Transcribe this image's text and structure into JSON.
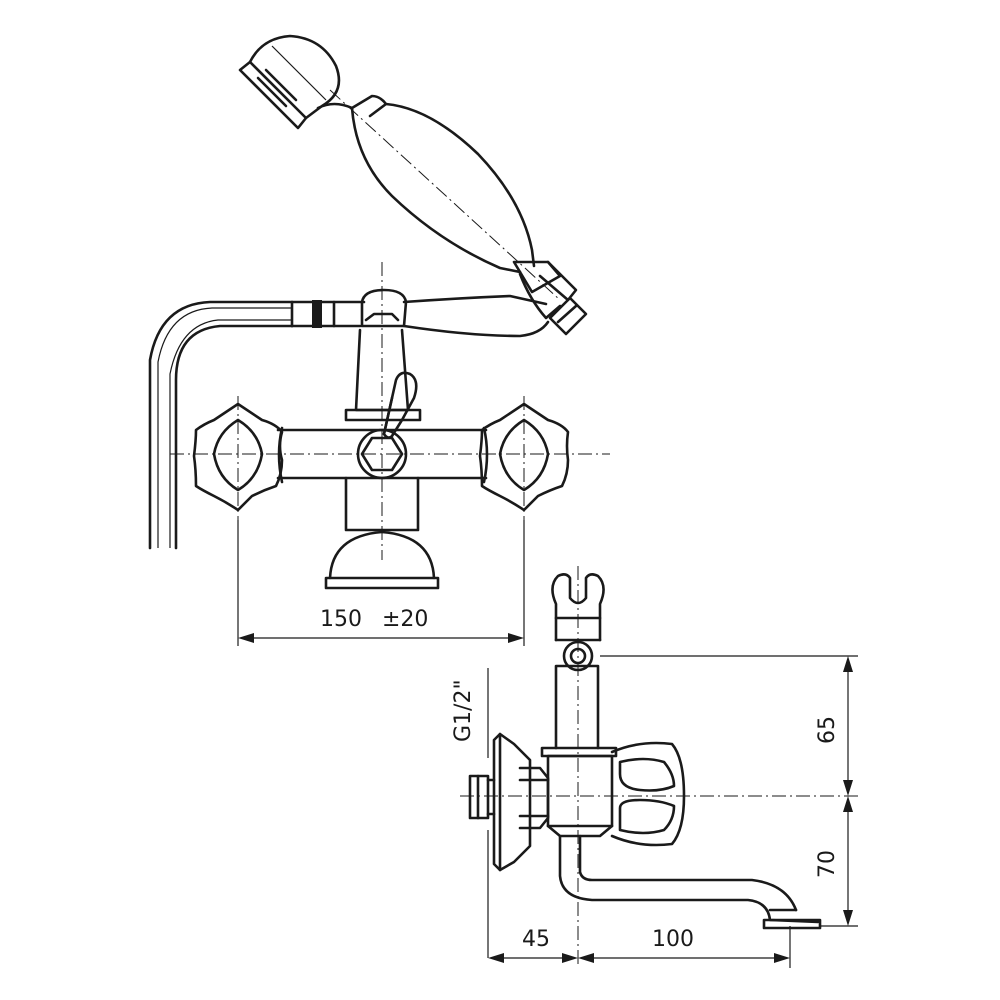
{
  "dimensions": {
    "front_width": "150",
    "front_tolerance": "±20",
    "thread": "G1/2\"",
    "height_upper": "65",
    "height_lower": "70",
    "depth_wall": "45",
    "spout_reach": "100"
  }
}
